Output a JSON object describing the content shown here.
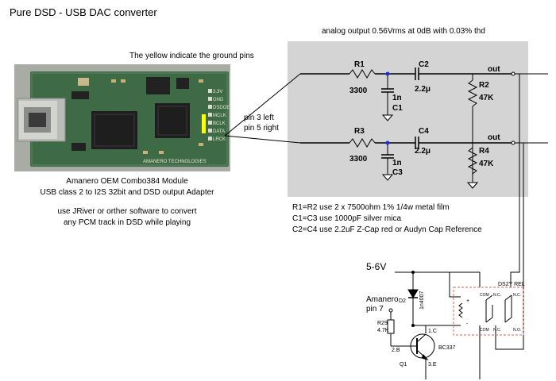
{
  "title": "Pure DSD - USB DAC converter",
  "yellow_note": "The yellow indicate the ground pins",
  "analog_note": "analog output 0.56Vrms at 0dB with 0.03% thd",
  "pin_note": [
    "pin 3 left",
    "pin 5 right"
  ],
  "module": {
    "name": "Amanero  OEM Combo384 Module",
    "desc": "USB class 2 to I2S 32bit and DSD output Adapter"
  },
  "software_note": [
    "use JRiver or orther software to convert",
    "any PCM track in DSD while playing"
  ],
  "filter": {
    "r1": "R1",
    "r1_val": "3300",
    "c1": "C1",
    "c1_val": "1n",
    "c2": "C2",
    "c2_val": "2.2μ",
    "r2": "R2",
    "r2_val": "47K",
    "r3": "R3",
    "r3_val": "3300",
    "c3": "C3",
    "c3_val": "1n",
    "c4": "C4",
    "c4_val": "2.2μ",
    "r4": "R4",
    "r4_val": "47K",
    "out": "out"
  },
  "bom": [
    "R1=R2 use 2 x 7500ohm 1% 1/4w metal film",
    "C1=C3 use 1000pF silver mica",
    "C2=C4 use 2.2uF Z-Cap red or  Audyn Cap Reference"
  ],
  "relay": {
    "supply": "5-6V",
    "amanero_pin": [
      "Amanero",
      "pin 7"
    ],
    "r29": "R29",
    "r29_val": "4.7K",
    "d2": "D2",
    "d2_part": "1n4007",
    "q1": "Q1",
    "q1_part": "BC337",
    "pin_b": "2.B",
    "pin_c": "1.C",
    "pin_e": "3.E",
    "relay_name": "DS2Y REL",
    "plus": "+",
    "minus": "-",
    "com": "COM",
    "nc": "N.C.",
    "no": "N.O."
  },
  "board_labels": [
    "3.3V",
    "GND",
    "DSDOE",
    "MCLK",
    "BCLK",
    "DATA",
    "LRCK"
  ],
  "board_text": "AMANERO TECHNOLOGIES"
}
